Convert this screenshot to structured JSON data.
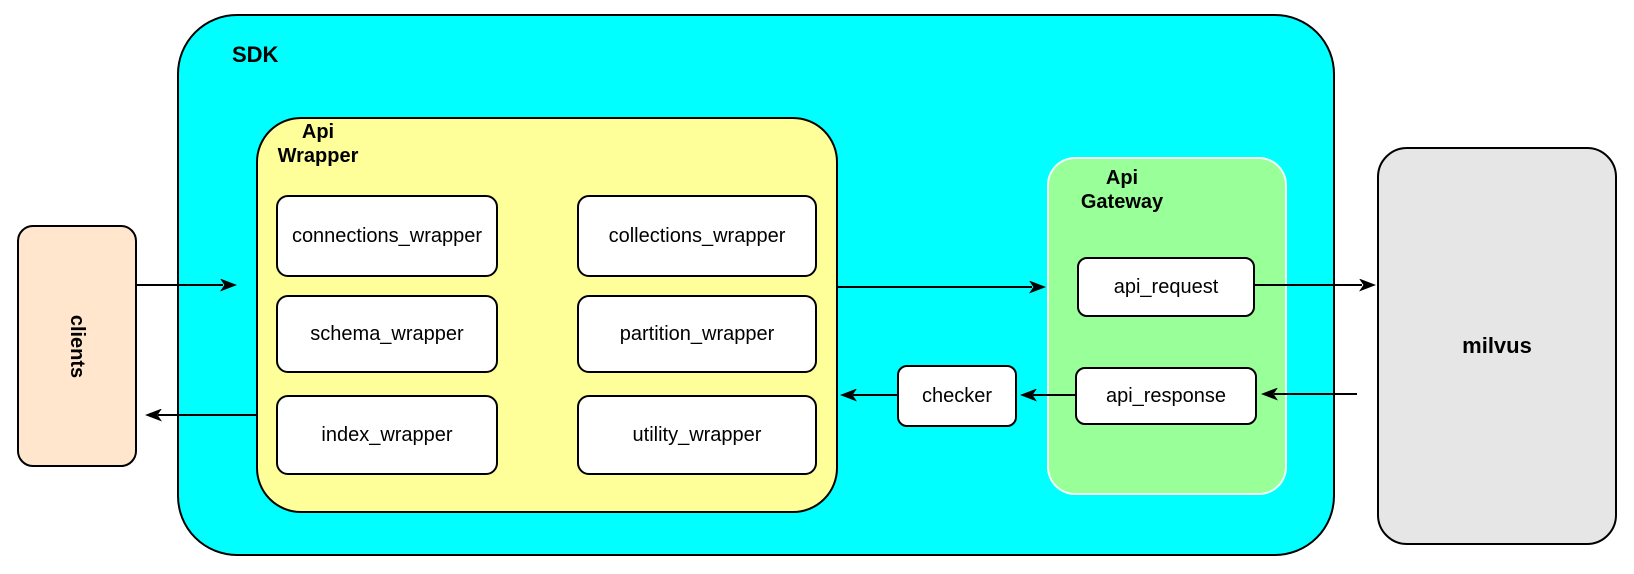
{
  "nodes": {
    "clients": {
      "label": "clients",
      "fill": "#FFE6CC"
    },
    "sdk": {
      "label": "SDK",
      "fill": "#00FFFF"
    },
    "api_wrapper": {
      "label_line1": "Api",
      "label_line2": "Wrapper",
      "fill": "#FFFF99",
      "boxes": [
        {
          "label": "connections_wrapper"
        },
        {
          "label": "collections_wrapper"
        },
        {
          "label": "schema_wrapper"
        },
        {
          "label": "partition_wrapper"
        },
        {
          "label": "index_wrapper"
        },
        {
          "label": "utility_wrapper"
        }
      ]
    },
    "api_gateway": {
      "label_line1": "Api",
      "label_line2": "Gateway",
      "fill": "#99FF99",
      "request_label": "api_request",
      "response_label": "api_response"
    },
    "checker": {
      "label": "checker",
      "fill": "#FFFFFF"
    },
    "milvus": {
      "label": "milvus",
      "fill": "#E6E6E6"
    }
  },
  "colors": {
    "border": "#000000",
    "arrow": "#000000",
    "background": "#FFFFFF",
    "inner_box_fill": "#FFFFFF"
  },
  "flow": {
    "forward": [
      "clients",
      "SDK",
      "Api Wrapper",
      "Api Gateway",
      "api_request",
      "milvus"
    ],
    "backward": [
      "milvus",
      "api_response",
      "checker",
      "Api Wrapper",
      "clients"
    ]
  }
}
